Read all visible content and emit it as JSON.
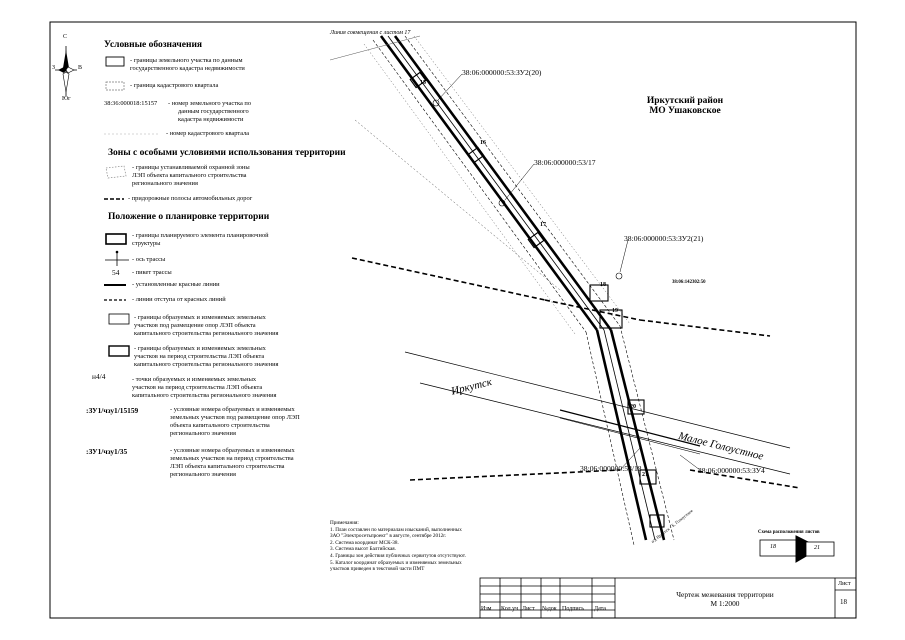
{
  "compass": {
    "north": "С",
    "south": "Юг",
    "west": "З",
    "east": "В"
  },
  "legend": {
    "title": "Условные обозначения",
    "items": [
      {
        "line1": "- границы земельного участка по данным",
        "line2": "государственного кадастра недвижимости"
      },
      {
        "line1": "- граница кадастрового квартала"
      },
      {
        "code": "38:36:000018:15157",
        "line1": "- номер земельного участка по",
        "line2": "данным государственного",
        "line3": "кадастра недвижимости"
      },
      {
        "line1": "- номер кадастрового квартала"
      }
    ],
    "zones_title": "Зоны с особыми условиями использования территории",
    "zones": [
      {
        "line1": "- границы устанавливаемой охранной зоны",
        "line2": "ЛЭП объекта капитального строительства",
        "line3": "регионального значения"
      },
      {
        "line1": "- придорожные полосы автомобильных дорог"
      }
    ],
    "planning_title": "Положение о планировке территории",
    "planning": [
      {
        "line1": "- границы планируемого элемента планировочной",
        "line2": "структуры"
      },
      {
        "line1": "- ось трассы"
      },
      {
        "key": "54",
        "line1": "- пикет трассы"
      },
      {
        "line1": "- установленные красные линии"
      },
      {
        "line1": "- линии отступа от красных линий"
      },
      {
        "line1": "- границы образуемых и изменяемых земельных",
        "line2": "участков под размещение опор ЛЭП объекта",
        "line3": "капитального строительства регионального значения"
      },
      {
        "line1": "- границы образуемых и изменяемых земельных",
        "line2": "участков на период строительства ЛЭП объекта",
        "line3": "капитального строительства регионального значения"
      },
      {
        "key": "н4/4",
        "line1": "- точки образуемых и изменяемых земельных",
        "line2": "участков на период строительства ЛЭП объекта",
        "line3": "капитального строительства регионального значения"
      },
      {
        "key": ":ЗУ1/чзу1/15159",
        "line1": "- условные номера образуемых и изменяемых",
        "line2": "земельных участков под размещение опор ЛЭП",
        "line3": "объекта капитального строительства",
        "line4": "регионального значения"
      },
      {
        "key": ":ЗУ1/чзу1/35",
        "line1": "- условные номера образуемых и изменяемых",
        "line2": "земельных участков на период строительства",
        "line3": "ЛЭП объекта капитального строительства",
        "line4": "регионального значения"
      }
    ]
  },
  "map": {
    "match_line": "Линия совмещения с листом 17",
    "area_title_1": "Иркутский район",
    "area_title_2": "МО Ушаковское",
    "labels": {
      "zu20": "38:06:000000:53:ЗУ2(20)",
      "q17": "38:06:000000:53/17",
      "zu21": "38:06:000000:53:ЗУ2(21)",
      "q18": "38:06:000000:53/18",
      "zu4": "38:06:000000:53:ЗУ4",
      "parcel_code": "38:06:142302:50",
      "road_city": "Иркутск",
      "village": "Малое Голоустное",
      "road_small_1": "а/д Иркутск - Б. Голоустное",
      "pikets": [
        "15",
        "16",
        "17",
        "18",
        "19",
        "20",
        "21",
        "22",
        "23",
        "24",
        "25",
        "26"
      ]
    },
    "inset_title": "Схема расположения листов",
    "inset_sheets": [
      "18",
      "21"
    ]
  },
  "notes": {
    "title": "Примечания:",
    "items": [
      "1. План составлен по материалам изысканий, выполненных ЗАО \"Электросетьпроект\" в августе, сентябре 2012г.",
      "2. Система координат МСК-38.",
      "3. Система высот Балтийская.",
      "4. Границы зон действия публичных сервитутов отсутствуют.",
      "5. Каталог координат образуемых и изменяемых земельных участков приведен в текстовой части ПМТ"
    ]
  },
  "stamp": {
    "columns": [
      "Изм",
      "Кол.уч",
      "Лист",
      "№док",
      "Подпись",
      "Дата"
    ],
    "title_1": "Чертеж межевания территории",
    "title_2": "М 1:2000",
    "sheet_label": "Лист",
    "sheet_num": "18"
  }
}
